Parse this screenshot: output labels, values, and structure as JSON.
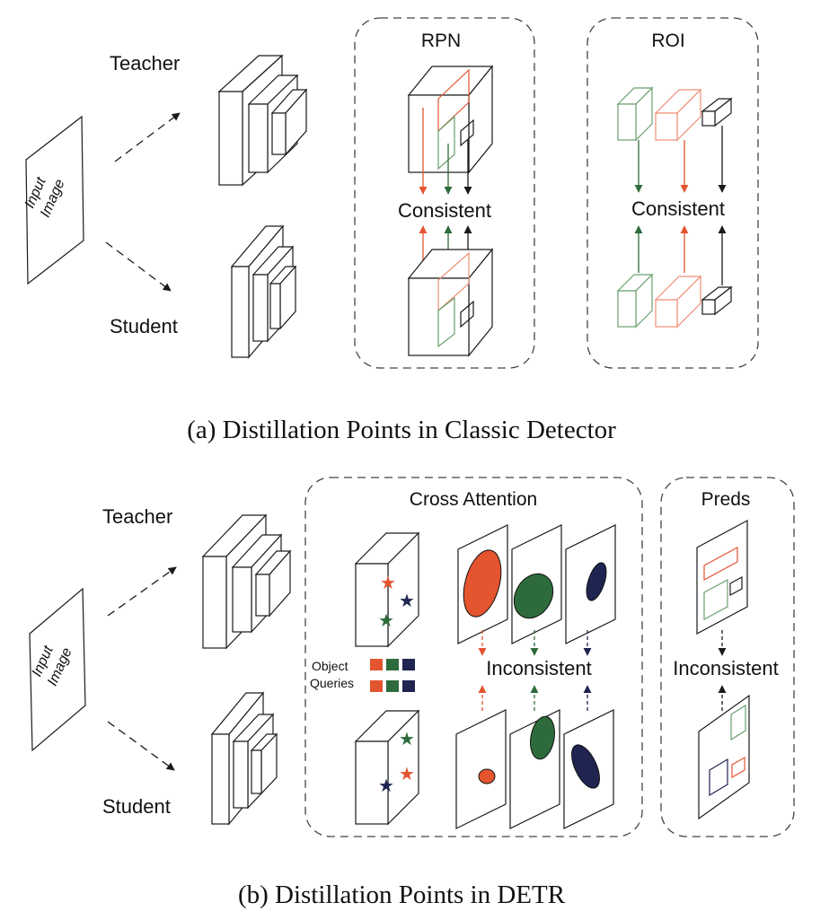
{
  "colors": {
    "orange": "#e4542f",
    "green": "#2e6b3c",
    "navy": "#1f2450",
    "black": "#1a1a1a",
    "light_green": "#6a9f6f",
    "light_orange": "#ef8f74"
  },
  "panel_a": {
    "caption": "(a) Distillation Points in Classic Detector",
    "input_label_line1": "Input",
    "input_label_line2": "Image",
    "teacher_label": "Teacher",
    "student_label": "Student",
    "rpn_title": "RPN",
    "roi_title": "ROI",
    "rpn_status": "Consistent",
    "roi_status": "Consistent"
  },
  "panel_b": {
    "caption": "(b) Distillation Points in DETR",
    "input_label_line1": "Input",
    "input_label_line2": "Image",
    "teacher_label": "Teacher",
    "student_label": "Student",
    "cross_attention_title": "Cross Attention",
    "preds_title": "Preds",
    "queries_label_line1": "Object",
    "queries_label_line2": "Queries",
    "attention_status": "Inconsistent",
    "preds_status": "Inconsistent"
  }
}
